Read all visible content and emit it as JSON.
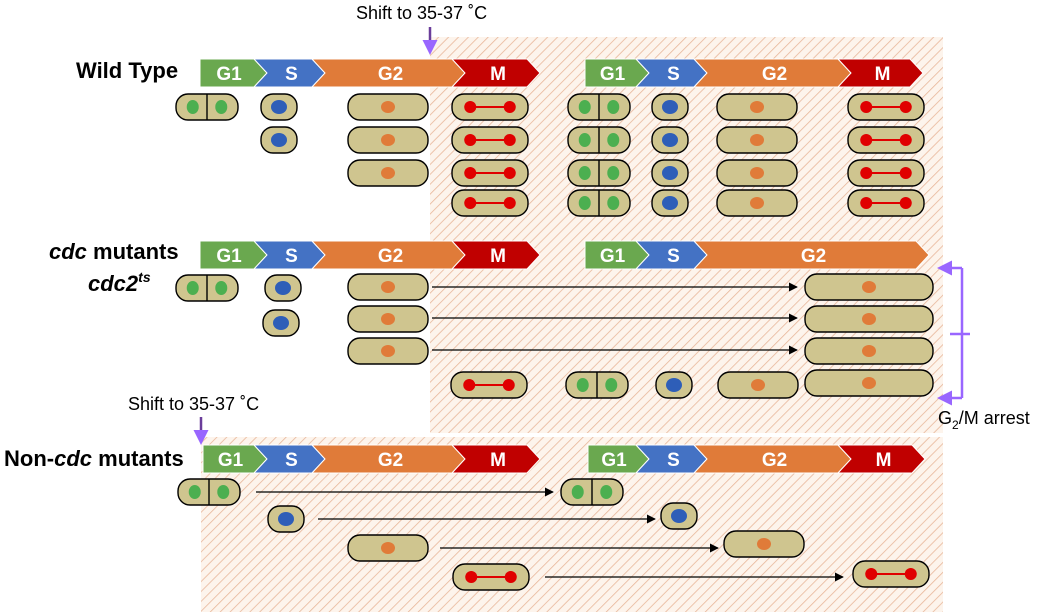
{
  "phases": {
    "g1": "G1",
    "s": "S",
    "g2": "G2",
    "m": "M"
  },
  "labels": {
    "wild_type": "Wild Type",
    "cdc_italic": "cdc",
    "cdc_rest": " mutants",
    "cdc2_base": "cdc2",
    "cdc2_sup": "ts",
    "noncdc_pre": "Non-",
    "noncdc_italic": "cdc",
    "noncdc_post": " mutants"
  },
  "annotations": {
    "shift": "Shift to 35-37 ˚C",
    "arrest_g": "G",
    "arrest_sub": "2",
    "arrest_rest": "/M arrest"
  },
  "colors": {
    "g1": "#6aa84f",
    "s": "#4472c4",
    "g2": "#e07b39",
    "m": "#c00000",
    "cell_fill": "#cfc58f",
    "nucleus_green": "#4caf50",
    "nucleus_blue": "#2e5eb8",
    "nucleus_orange": "#e07b39",
    "nucleus_red": "#e00000",
    "arrest_bracket": "#9966ff",
    "shift_arrow": "#6a3d9a",
    "hatch": "#e0a080"
  }
}
